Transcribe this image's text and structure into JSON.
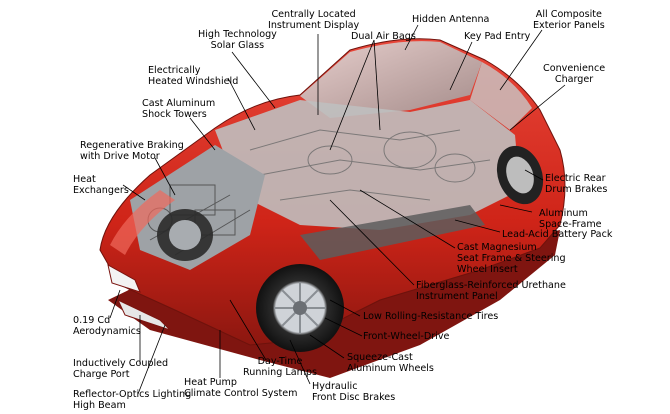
{
  "labels": {
    "centrally_located": [
      "Centrally Located",
      "Instrument Display"
    ],
    "high_technology": [
      "High Technology",
      "Solar Glass"
    ],
    "hidden_antenna": [
      "Hidden Antenna"
    ],
    "all_composite": [
      "All Composite",
      "Exterior Panels"
    ],
    "dual_air_bags": [
      "Dual Air Bags"
    ],
    "key_pad_entry": [
      "Key Pad Entry"
    ],
    "electrically_heated": [
      "Electrically",
      "Heated Windshield"
    ],
    "convenience_charger": [
      "Convenience",
      "Charger"
    ],
    "cast_aluminum_shock": [
      "Cast Aluminum",
      "Shock Towers"
    ],
    "regenerative_braking": [
      "Regenerative Braking",
      "with Drive Motor"
    ],
    "heat_exchangers": [
      "Heat",
      "Exchangers"
    ],
    "electric_rear": [
      "Electric Rear",
      "Drum Brakes"
    ],
    "aluminum_space_frame": [
      "Aluminum",
      "Space-Frame"
    ],
    "lead_acid": [
      "Lead-Acid Battery Pack"
    ],
    "cast_magnesium": [
      "Cast Magnesium",
      "Seat Frame & Steering",
      "Wheel Insert"
    ],
    "fiberglass": [
      "Fiberglass-Reinforced Urethane",
      "Instrument Panel"
    ],
    "low_rolling": [
      "Low Rolling-Resistance Tires"
    ],
    "front_wheel_drive": [
      "Front-Wheel-Drive"
    ],
    "squeeze_cast": [
      "Squeeze-Cast",
      "Aluminum Wheels"
    ],
    "hydraulic": [
      "Hydraulic",
      "Front Disc Brakes"
    ],
    "drag": [
      "0.19 Cd",
      "Aerodynamics"
    ],
    "inductively": [
      "Inductively Coupled",
      "Charge Port"
    ],
    "day_time": [
      "Day-Time",
      "Running Lamps"
    ],
    "heat_pump": [
      "Heat Pump",
      "Climate Control System"
    ],
    "reflector": [
      "Reflector-Optics Lighting",
      "High Beam"
    ]
  },
  "colors": {
    "car_body": "#d42a1e",
    "car_shadow": "#9e1c14",
    "tire": "#1e1e1e",
    "leader": "#000000"
  }
}
